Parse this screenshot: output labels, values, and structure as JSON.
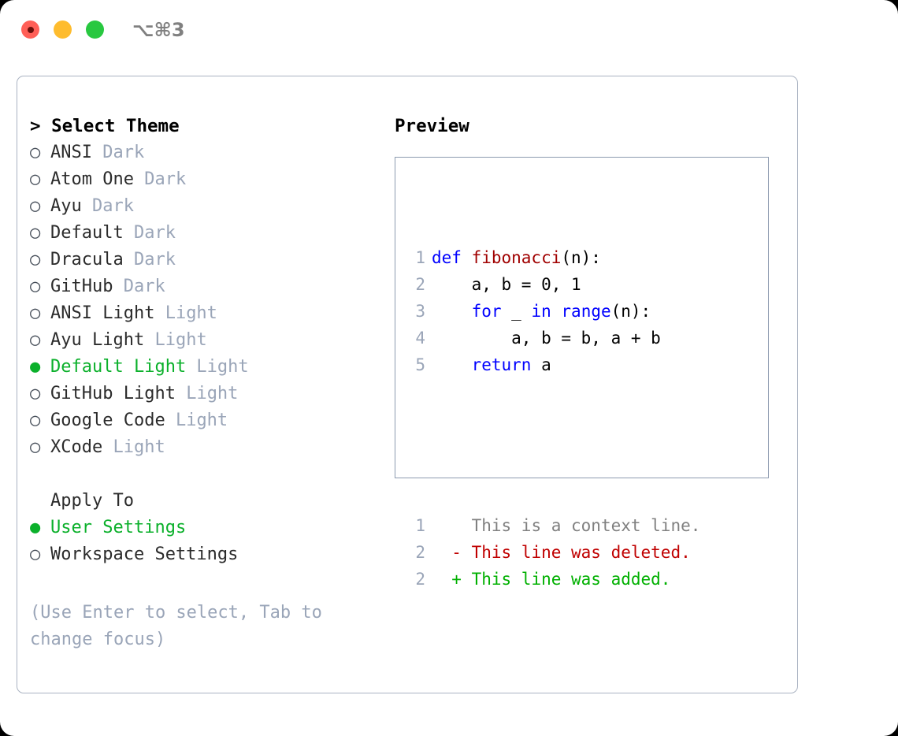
{
  "window": {
    "shortcut": "⌥⌘3",
    "traffic_lights": [
      {
        "name": "close",
        "color": "#ff5f57"
      },
      {
        "name": "minimize",
        "color": "#febc2e"
      },
      {
        "name": "maximize",
        "color": "#28c840"
      }
    ]
  },
  "theme_picker": {
    "header": "> Select Theme",
    "items": [
      {
        "marker": "○",
        "label": "ANSI",
        "tag": "Dark",
        "selected": false
      },
      {
        "marker": "○",
        "label": "Atom One",
        "tag": "Dark",
        "selected": false
      },
      {
        "marker": "○",
        "label": "Ayu",
        "tag": "Dark",
        "selected": false
      },
      {
        "marker": "○",
        "label": "Default",
        "tag": "Dark",
        "selected": false
      },
      {
        "marker": "○",
        "label": "Dracula",
        "tag": "Dark",
        "selected": false
      },
      {
        "marker": "○",
        "label": "GitHub",
        "tag": "Dark",
        "selected": false
      },
      {
        "marker": "○",
        "label": "ANSI Light",
        "tag": "Light",
        "selected": false
      },
      {
        "marker": "○",
        "label": "Ayu Light",
        "tag": "Light",
        "selected": false
      },
      {
        "marker": "●",
        "label": "Default Light",
        "tag": "Light",
        "selected": true
      },
      {
        "marker": "○",
        "label": "GitHub Light",
        "tag": "Light",
        "selected": false
      },
      {
        "marker": "○",
        "label": "Google Code",
        "tag": "Light",
        "selected": false
      },
      {
        "marker": "○",
        "label": "XCode",
        "tag": "Light",
        "selected": false
      }
    ]
  },
  "apply_to": {
    "header": "Apply To",
    "items": [
      {
        "marker": "●",
        "label": "User Settings",
        "selected": true
      },
      {
        "marker": "○",
        "label": "Workspace Settings",
        "selected": false
      }
    ]
  },
  "hint": "(Use Enter to select, Tab to change focus)",
  "preview": {
    "title": "Preview",
    "code_lines": [
      {
        "num": "1",
        "tokens": [
          {
            "text": "def ",
            "cls": "kw"
          },
          {
            "text": "fibonacci",
            "cls": "fn"
          },
          {
            "text": "(n):",
            "cls": "plain"
          }
        ]
      },
      {
        "num": "2",
        "tokens": [
          {
            "text": "    a, b = 0, 1",
            "cls": "plain"
          }
        ]
      },
      {
        "num": "3",
        "tokens": [
          {
            "text": "    ",
            "cls": "plain"
          },
          {
            "text": "for",
            "cls": "kw"
          },
          {
            "text": " _ ",
            "cls": "plain"
          },
          {
            "text": "in",
            "cls": "kw"
          },
          {
            "text": " ",
            "cls": "plain"
          },
          {
            "text": "range",
            "cls": "kw"
          },
          {
            "text": "(n):",
            "cls": "plain"
          }
        ]
      },
      {
        "num": "4",
        "tokens": [
          {
            "text": "        a, b = b, a + b",
            "cls": "plain"
          }
        ]
      },
      {
        "num": "5",
        "tokens": [
          {
            "text": "    ",
            "cls": "plain"
          },
          {
            "text": "return",
            "cls": "kw"
          },
          {
            "text": " a",
            "cls": "plain"
          }
        ]
      }
    ],
    "diff_lines": [
      {
        "num": "1",
        "sign": " ",
        "text": " This is a context line.",
        "cls": "ctx"
      },
      {
        "num": "2",
        "sign": "-",
        "text": " This line was deleted.",
        "cls": "del"
      },
      {
        "num": "2",
        "sign": "+",
        "text": " This line was added.",
        "cls": "add"
      }
    ]
  },
  "colors": {
    "accent_green": "#0bb02b",
    "tag_grey": "#9aa5b8",
    "keyword_blue": "#0000ff",
    "function_red": "#a00000",
    "diff_del": "#c00000",
    "diff_add": "#00b000",
    "panel_border": "#aab3c2",
    "preview_border": "#8d9bb0"
  }
}
